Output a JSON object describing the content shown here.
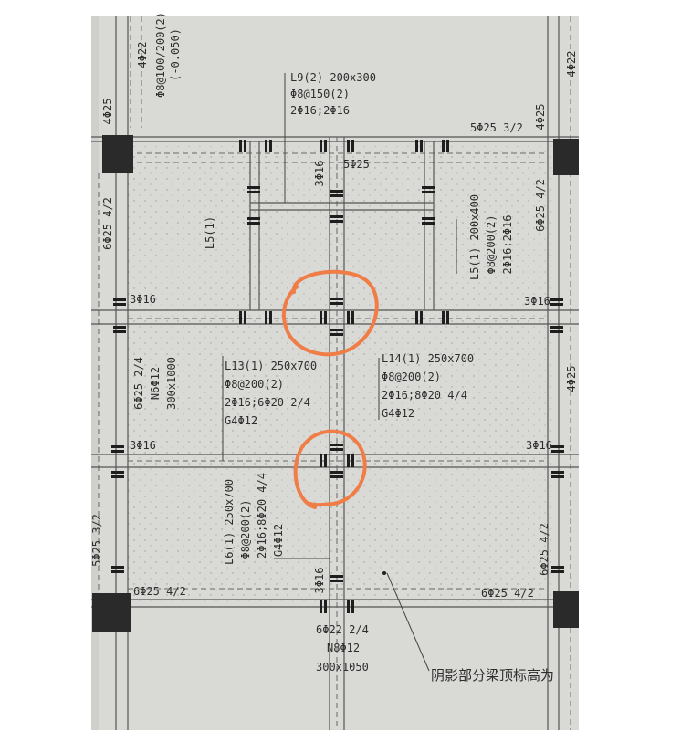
{
  "colors": {
    "paper": "#d9d9d6",
    "ink": "#2e2e2e",
    "highlight": "#f07c46"
  },
  "labels": {
    "top_left_vertical": "4Φ22",
    "top_left_spec1": "Φ8@100/200(2)",
    "top_left_spec2": "(-0.050)",
    "left_4p25": "4Φ25",
    "top_right_4p22": "4Φ22",
    "l9_title": "L9(2) 200x300",
    "l9_stirrup": "Φ8@150(2)",
    "l9_bars": "2Φ16;2Φ16",
    "top_5p25_32": "5Φ25 3/2",
    "right_4p25": "4Φ25",
    "mid_3p16_v": "3Φ16",
    "mid_5p25": "5Φ25",
    "left_6p25_42": "6Φ25 4/2",
    "right_6p25_42": "6Φ25 4/2",
    "l5_left": "L5(1)",
    "l5_right_title": "L5(1) 200x400",
    "l5_right_stirrup": "Φ8@200(2)",
    "l5_right_bars": "2Φ16;2Φ16",
    "row1_left_3p16": "3Φ16",
    "row1_right_3p16": "3Φ16",
    "col_left_6p25": "6Φ25 2/4",
    "col_left_n6": "N6Φ12",
    "col_left_size": "300x1000",
    "l13_title": "L13(1) 250x700",
    "l13_stirrup": "Φ8@200(2)",
    "l13_bars": "2Φ16;6Φ20 2/4",
    "l13_g": "G4Φ12",
    "l14_title": "L14(1) 250x700",
    "l14_stirrup": "Φ8@200(2)",
    "l14_bars": "2Φ16;8Φ20 4/4",
    "l14_g": "G4Φ12",
    "right_edge_4p25": "4Φ25",
    "row2_left_3p16": "3Φ16",
    "row2_right_3p16": "3Φ16",
    "l6_title": "L6(1) 250x700",
    "l6_stirrup": "Φ8@200(2)",
    "l6_bars": "2Φ16;8Φ20 4/4",
    "l6_g": "G4Φ12",
    "bottom_left_vertical": "5Φ25 3/2",
    "bottom_right_vertical": "6Φ25 4/2",
    "bottom_left_6p25": "6Φ25 4/2",
    "bottom_right_6p25": "6Φ25 4/2",
    "bottom_mid_3p16": "3Φ16",
    "bottom_6p22": "6Φ22 2/4",
    "bottom_n8": "N8Φ12",
    "bottom_size": "300x1050",
    "note": "阴影部分梁顶标高为"
  }
}
